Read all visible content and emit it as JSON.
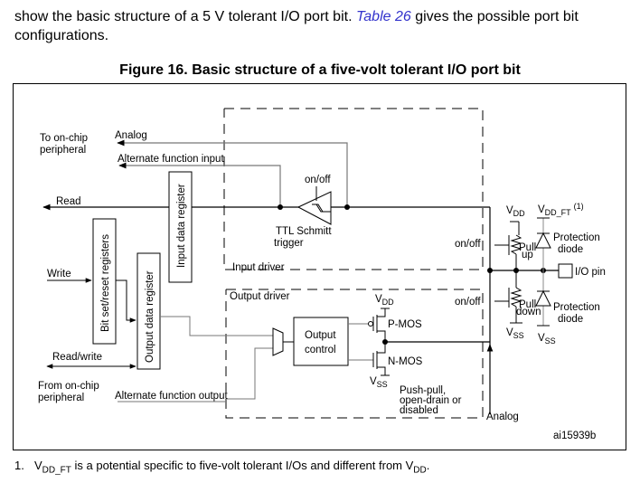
{
  "intro": {
    "before_link": " show the basic structure of a 5 V tolerant I/O port bit. ",
    "link": "Table 26",
    "after_link": " gives the possible port bit",
    "line2": "configurations."
  },
  "figure": {
    "title": "Figure 16. Basic structure of a five-volt tolerant I/O port bit",
    "labels": {
      "to_onchip": "To on-chip",
      "peripheral": "peripheral",
      "analog_in": "Analog",
      "af_input": "Alternate function input",
      "read": "Read",
      "write": "Write",
      "read_write": "Read/write",
      "from_onchip": "From on-chip",
      "from_peripheral": "peripheral",
      "af_output": "Alternate function output",
      "input_data_register": "Input data register",
      "bit_set_reset": "Bit set/reset registers",
      "output_data_register": "Output data register",
      "on_off": "on/off",
      "ttl_schmitt": "TTL Schmitt",
      "trigger": "trigger",
      "input_driver": "Input driver",
      "output_driver": "Output driver",
      "output": "Output",
      "control": "control",
      "vdd": "V",
      "dd": "DD",
      "vss": "V",
      "ss": "SS",
      "pmos": "P-MOS",
      "nmos": "N-MOS",
      "push_pull": "Push-pull,",
      "open_drain": "open-drain or",
      "disabled": "disabled",
      "analog_out": "Analog",
      "vdd_ft_sub": "DD_FT",
      "footnote_ref": "(1)",
      "pull": "Pull",
      "up": "up",
      "down": "down",
      "protection": "Protection",
      "diode": "diode",
      "io_pin": "I/O pin",
      "figure_id": "ai15939b"
    }
  },
  "footnote": {
    "number": "1.",
    "v": "V",
    "sub1": "DD_FT",
    "text": " is a potential specific to five-volt tolerant I/Os and different from V",
    "sub2": "DD",
    "end": "."
  }
}
